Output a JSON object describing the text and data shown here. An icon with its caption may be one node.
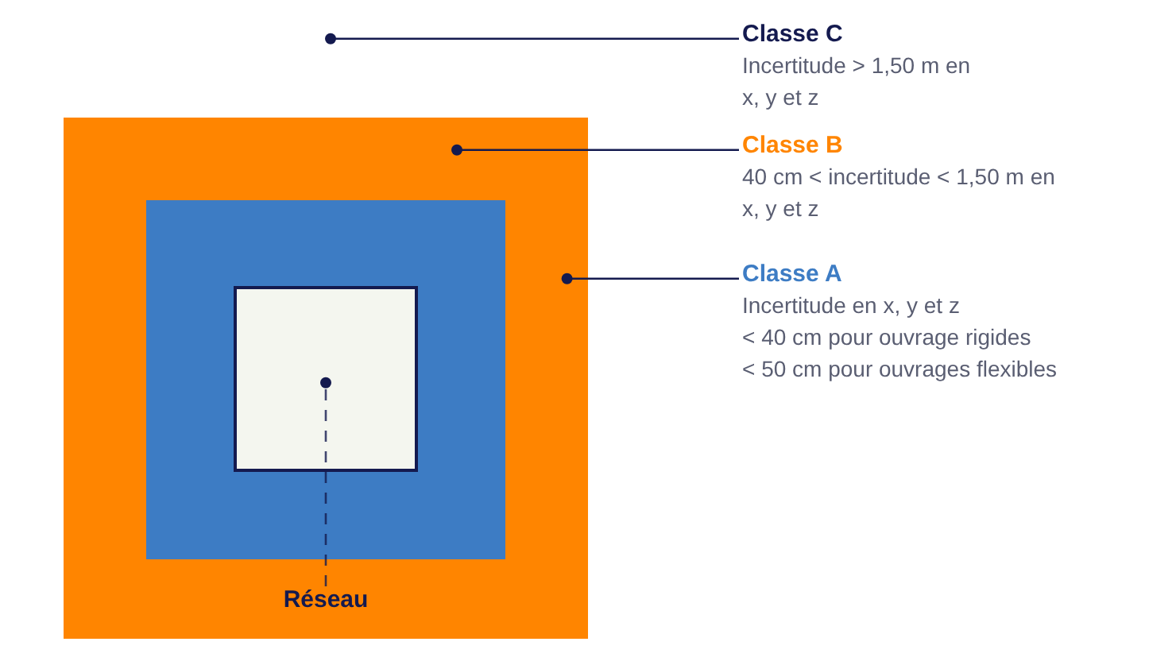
{
  "diagram": {
    "nodes": [
      {
        "text": [
          "Classe C",
          "Incertitude > 1,50 m en x, y et z"
        ]
      },
      {
        "text": [
          "Classe B",
          "40 cm < incertitude < 1,50 m en x, y et z"
        ]
      },
      {
        "text": [
          "Classe A",
          "Incertitude en x, y et z",
          "< 40 cm pour ouvrage rigides",
          "< 50 cm pour ouvrages flexibles"
        ]
      },
      {
        "text": [],
        "shape": "box"
      },
      {
        "text": [],
        "shape": "box",
        "in": 3
      },
      {
        "text": [],
        "shape": "box",
        "in": 4
      },
      {
        "text": [
          "Réseau"
        ],
        "in": 3
      }
    ],
    "edges": [
      {
        "from": 0,
        "to": null,
        "arrow": "other"
      },
      {
        "from": 1,
        "to": 3,
        "arrow": "other"
      },
      {
        "from": 2,
        "to": 3,
        "arrow": "other"
      },
      {
        "from": 6,
        "to": 5,
        "arrow": "other",
        "style": "dashed"
      }
    ]
  }
}
